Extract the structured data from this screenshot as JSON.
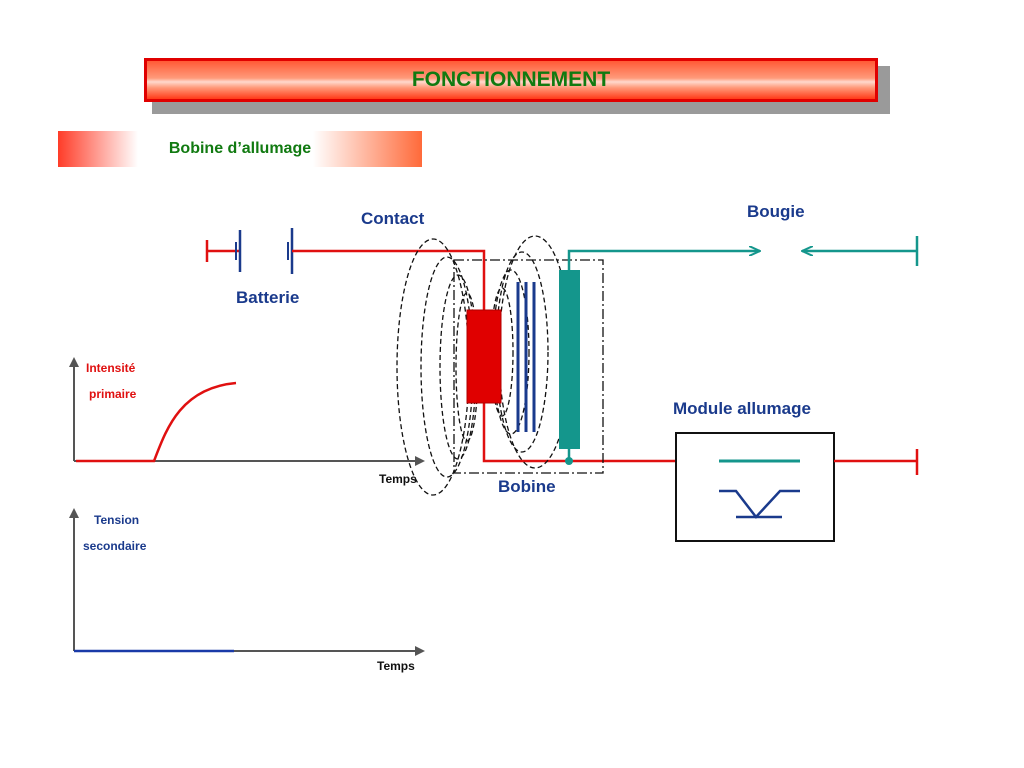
{
  "header": {
    "title": "FONCTIONNEMENT"
  },
  "section": {
    "subtitle": "Bobine d’allumage"
  },
  "labels": {
    "contact": "Contact",
    "bougie": "Bougie",
    "batterie": "Batterie",
    "module": "Module allumage",
    "bobine": "Bobine"
  },
  "graph_primary": {
    "ylabel_line1": "Intensité",
    "ylabel_line2": "primaire",
    "xlabel": "Temps"
  },
  "graph_secondary": {
    "ylabel_line1": "Tension",
    "ylabel_line2": "secondaire",
    "xlabel": "Temps"
  },
  "colors": {
    "primary_circuit": "#e01010",
    "secondary_circuit": "#14968c",
    "winding": "#1a3a8c",
    "axis": "#555555",
    "label_blue": "#1a3a8c",
    "title_green": "#117a11"
  }
}
